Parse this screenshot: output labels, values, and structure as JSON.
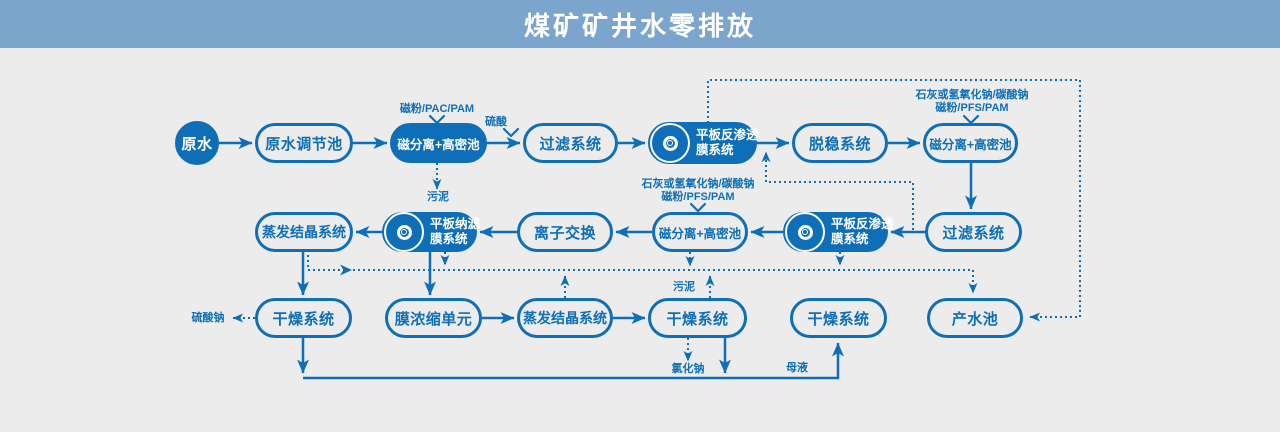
{
  "header": {
    "title": "煤矿矿井水零排放"
  },
  "colors": {
    "primary": "#0E6FB8",
    "header_bg": "#7CA5CE",
    "page_bg": "#ECECEC"
  },
  "flowchart": {
    "nodes": {
      "raw_water": "原水",
      "adjust_pool": "原水调节池",
      "magsep1": "磁分离+高密池",
      "filter1": "过滤系统",
      "ro1": {
        "line1": "平板反渗透",
        "line2": "膜系统"
      },
      "destab": "脱稳系统",
      "magsep3": "磁分离+高密池",
      "evap1": "蒸发结晶系统",
      "nf": {
        "line1": "平板纳滤",
        "line2": "膜系统"
      },
      "ion_exchange": "离子交换",
      "magsep2": "磁分离+高密池",
      "ro2": {
        "line1": "平板反渗透",
        "line2": "膜系统"
      },
      "filter2": "过滤系统",
      "dry1": "干燥系统",
      "membrane_conc": "膜浓缩单元",
      "evap2": "蒸发结晶系统",
      "dry2": "干燥系统",
      "dry3": "干燥系统",
      "product_pool": "产水池"
    },
    "annotations": {
      "mag_pac_pam": "磁粉/PAC/PAM",
      "sulfuric_acid": "硫酸",
      "lime_line1": "石灰或氢氧化钠/碳酸钠",
      "lime_line2": "磁粉/PFS/PAM",
      "sludge": "污泥",
      "sodium_sulfate": "硫酸钠",
      "sodium_chloride": "氯化钠",
      "mother_liquor": "母液"
    }
  }
}
